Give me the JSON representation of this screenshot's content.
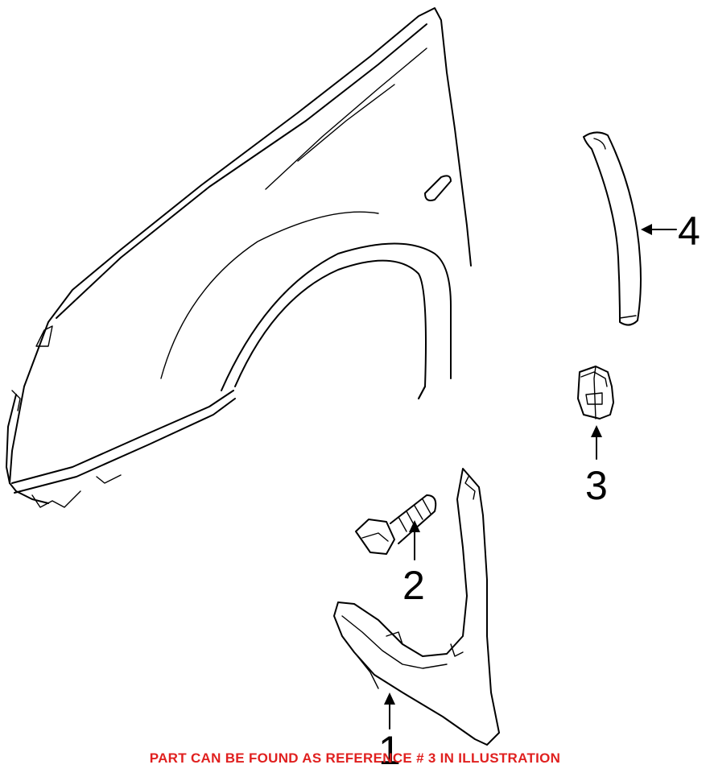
{
  "callouts": {
    "part_1": "1",
    "part_2": "2",
    "part_3": "3",
    "part_4": "4"
  },
  "footer": {
    "note": "PART CAN BE FOUND AS REFERENCE # 3 IN ILLUSTRATION",
    "note_color": "#e0201f"
  },
  "colors": {
    "line": "#000000",
    "background": "#ffffff"
  }
}
